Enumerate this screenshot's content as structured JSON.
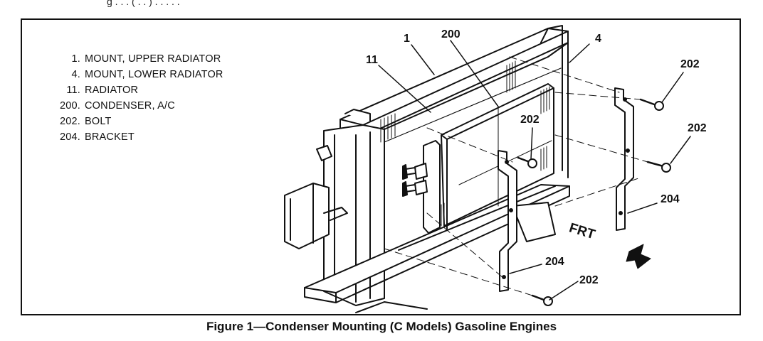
{
  "header_fragment": "g . . . ( . . ) . . . . .",
  "legend": [
    {
      "num": "1.",
      "label": "MOUNT, UPPER RADIATOR"
    },
    {
      "num": "4.",
      "label": "MOUNT, LOWER RADIATOR"
    },
    {
      "num": "11.",
      "label": "RADIATOR"
    },
    {
      "num": "200.",
      "label": "CONDENSER, A/C"
    },
    {
      "num": "202.",
      "label": "BOLT"
    },
    {
      "num": "204.",
      "label": "BRACKET"
    }
  ],
  "callouts": {
    "c1": "1",
    "c200": "200",
    "c4": "4",
    "c11": "11",
    "c202_a": "202",
    "c202_b": "202",
    "c202_c": "202",
    "c202_d": "202",
    "c204_a": "204",
    "c204_b": "204"
  },
  "direction_label": "FRT",
  "caption": "Figure 1—Condenser Mounting (C Models) Gasoline Engines"
}
